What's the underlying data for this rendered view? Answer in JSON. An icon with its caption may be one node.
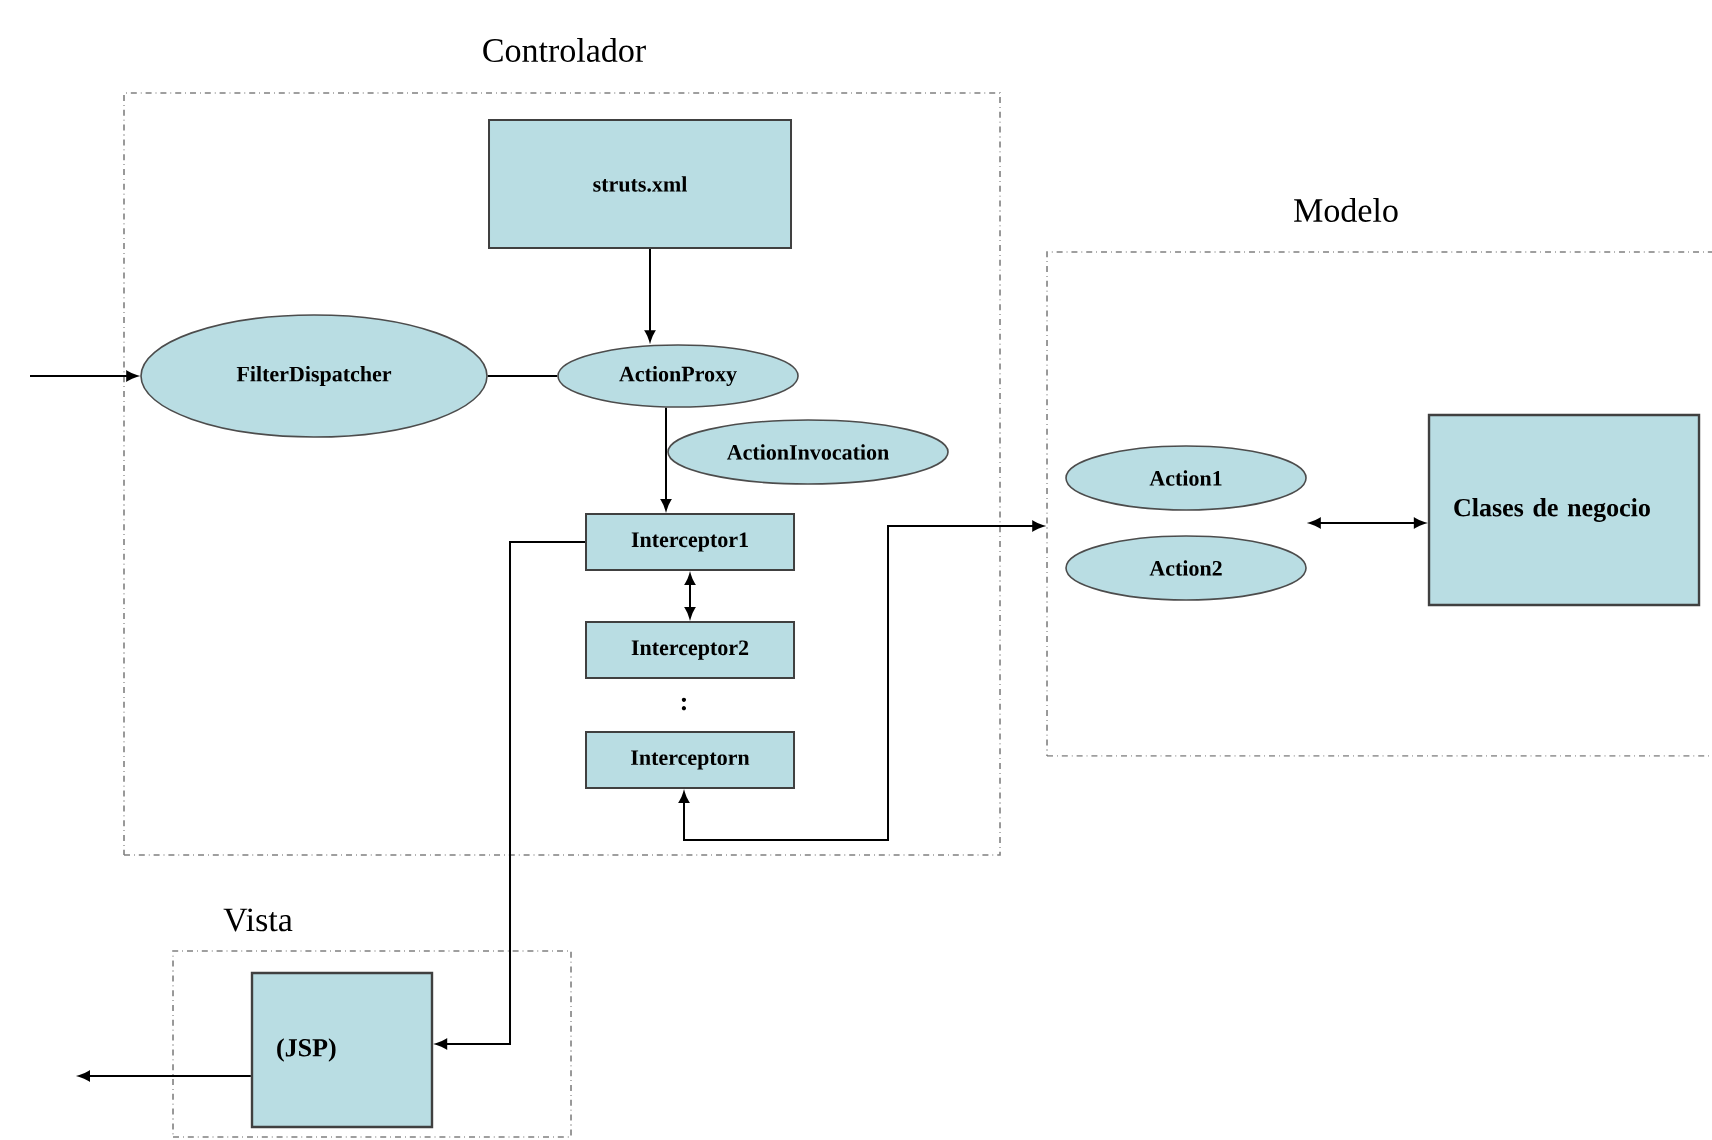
{
  "diagram": {
    "nodes": [
      {
        "text": [
          "Controlador"
        ]
      },
      {
        "text": [
          "struts.xml"
        ],
        "in": 0
      },
      {
        "text": [
          "FilterDispatcher"
        ],
        "in": 0
      },
      {
        "text": [
          "ActionProxy"
        ],
        "in": 0
      },
      {
        "text": [
          "ActionInvocation"
        ],
        "in": 0
      },
      {
        "text": [
          "Interceptor1"
        ],
        "in": 0
      },
      {
        "text": [
          "Interceptor2"
        ],
        "in": 0
      },
      {
        "text": [
          "Interceptorn"
        ],
        "in": 0
      },
      {
        "text": [
          "Modelo"
        ]
      },
      {
        "text": [
          "Action1"
        ],
        "in": 8
      },
      {
        "text": [
          "Action2"
        ],
        "in": 8
      },
      {
        "text": [
          "Clases de negocio"
        ],
        "in": 8
      },
      {
        "text": [
          "Vista"
        ]
      },
      {
        "text": [
          "(JSP)"
        ],
        "in": 12
      }
    ],
    "edges": [
      {
        "from": null,
        "to": 2,
        "arrow": "to"
      },
      {
        "from": 1,
        "to": 3,
        "arrow": "to"
      },
      {
        "from": 2,
        "to": 3,
        "arrow": "none"
      },
      {
        "from": 3,
        "to": 5,
        "arrow": "to"
      },
      {
        "from": 5,
        "to": 6,
        "arrow": "both"
      },
      {
        "from": 5,
        "to": 13,
        "arrow": "to"
      },
      {
        "from": 7,
        "to": 8,
        "arrow": "both"
      },
      {
        "from": 9,
        "to": 11,
        "arrow": "both"
      },
      {
        "from": 10,
        "to": 11,
        "arrow": "both"
      },
      {
        "from": 13,
        "to": null,
        "arrow": "to"
      }
    ],
    "labels": [
      ":"
    ]
  }
}
